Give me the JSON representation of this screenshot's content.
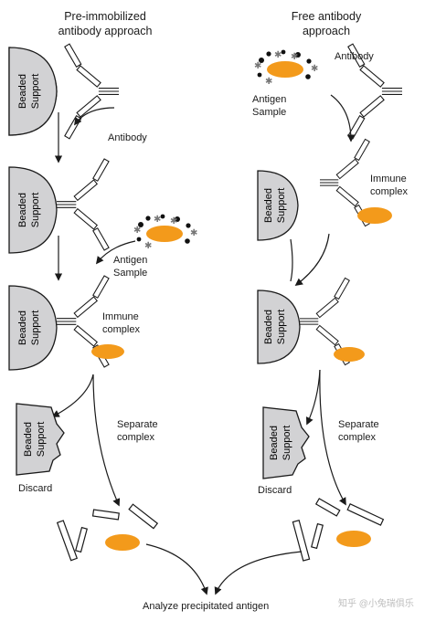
{
  "columns": {
    "left": {
      "title_line1": "Pre-immobilized",
      "title_line2": "antibody approach"
    },
    "right": {
      "title_line1": "Free antibody",
      "title_line2": "approach"
    }
  },
  "labels": {
    "antibody": "Antibody",
    "antigen_line1": "Antigen",
    "antigen_line2": "Sample",
    "immune_line1": "Immune",
    "immune_line2": "complex",
    "separate_line1": "Separate",
    "separate_line2": "complex",
    "discard": "Discard",
    "analyze": "Analyze precipitated antigen",
    "bead_line1": "Beaded",
    "bead_line2": "Support"
  },
  "watermark": "知乎 @小兔瑞俱乐",
  "colors": {
    "antigen": "#f39a1b",
    "bead": "#d2d2d4",
    "stroke": "#1a1a1a"
  }
}
